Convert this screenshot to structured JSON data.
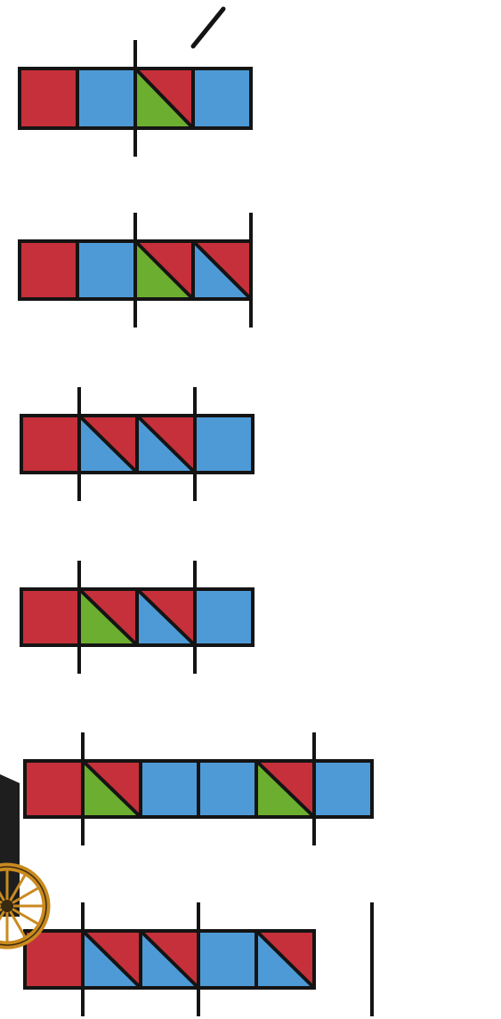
{
  "colors": {
    "red": "#c5303a",
    "blue": "#4e9ad6",
    "green": "#6cae2f",
    "outline": "#141414",
    "wheel_rim": "#c98a1f",
    "wheel_hub": "#3a2a10"
  },
  "rows": [
    {
      "cells": [
        {
          "type": "square",
          "color": "red"
        },
        {
          "type": "square",
          "color": "blue"
        },
        {
          "type": "triangle",
          "lower": "green"
        },
        {
          "type": "square",
          "color": "blue"
        }
      ],
      "dividers": [
        2
      ]
    },
    {
      "cells": [
        {
          "type": "square",
          "color": "red"
        },
        {
          "type": "square",
          "color": "blue"
        },
        {
          "type": "triangle",
          "lower": "green"
        },
        {
          "type": "triangle",
          "lower": "blue"
        }
      ],
      "dividers": [
        2,
        4
      ]
    },
    {
      "cells": [
        {
          "type": "square",
          "color": "red"
        },
        {
          "type": "triangle",
          "lower": "blue"
        },
        {
          "type": "triangle",
          "lower": "blue"
        },
        {
          "type": "square",
          "color": "blue"
        }
      ],
      "dividers": [
        1,
        3
      ]
    },
    {
      "cells": [
        {
          "type": "square",
          "color": "red"
        },
        {
          "type": "triangle",
          "lower": "green"
        },
        {
          "type": "triangle",
          "lower": "blue"
        },
        {
          "type": "square",
          "color": "blue"
        }
      ],
      "dividers": [
        1,
        3
      ]
    },
    {
      "cells": [
        {
          "type": "square",
          "color": "red"
        },
        {
          "type": "triangle",
          "lower": "green"
        },
        {
          "type": "square",
          "color": "blue"
        },
        {
          "type": "square",
          "color": "blue"
        },
        {
          "type": "triangle",
          "lower": "green"
        },
        {
          "type": "square",
          "color": "blue"
        }
      ],
      "dividers": [
        1,
        5
      ]
    },
    {
      "cells": [
        {
          "type": "square",
          "color": "red"
        },
        {
          "type": "triangle",
          "lower": "blue"
        },
        {
          "type": "triangle",
          "lower": "blue"
        },
        {
          "type": "square",
          "color": "blue"
        },
        {
          "type": "triangle",
          "lower": "blue"
        }
      ],
      "dividers": [
        1,
        3,
        6
      ]
    }
  ],
  "decorations": [
    "slash-mark",
    "wagon-wheel-icon"
  ]
}
